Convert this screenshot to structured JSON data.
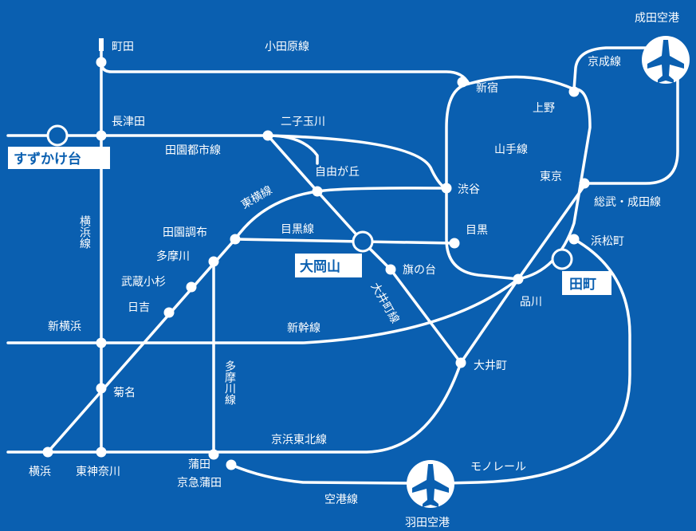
{
  "colors": {
    "background": "#0a5fb0",
    "lines": "#ffffff",
    "highlight_text": "#0a5fb0"
  },
  "stations": {
    "machida": "町田",
    "nagatsuta": "長津田",
    "suzukakedai": "すずかけ台",
    "shinjuku": "新宿",
    "ueno": "上野",
    "futakotamagawa": "二子玉川",
    "jiyugaoka": "自由が丘",
    "shibuya": "渋谷",
    "tokyo": "東京",
    "denenchofu": "田園調布",
    "tamagawa": "多摩川",
    "musashikosugi": "武蔵小杉",
    "hiyoshi": "日吉",
    "ookayama": "大岡山",
    "hatanodai": "旗の台",
    "meguro": "目黒",
    "hamamatsucho": "浜松町",
    "tamachi": "田町",
    "shinagawa": "品川",
    "shinyokohama": "新横浜",
    "kikuna": "菊名",
    "oimachi": "大井町",
    "yokohama": "横浜",
    "higashikanagawa": "東神奈川",
    "kamata": "蒲田",
    "keikyukamata": "京急蒲田"
  },
  "lines": {
    "odakyu": "小田原線",
    "keisei": "京成線",
    "denentoshi": "田園都市線",
    "yamanote": "山手線",
    "toyoko": "東横線",
    "sobu_narita": "総武・成田線",
    "meguro": "目黒線",
    "yokohama": "横浜線",
    "oimachi": "大井町線",
    "shinkansen": "新幹線",
    "tamagawa": "多摩川線",
    "keihin_tohoku": "京浜東北線",
    "monorail": "モノレール",
    "airport": "空港線"
  },
  "airports": {
    "narita": "成田空港",
    "haneda": "羽田空港"
  },
  "icons": [
    "airplane-icon"
  ]
}
